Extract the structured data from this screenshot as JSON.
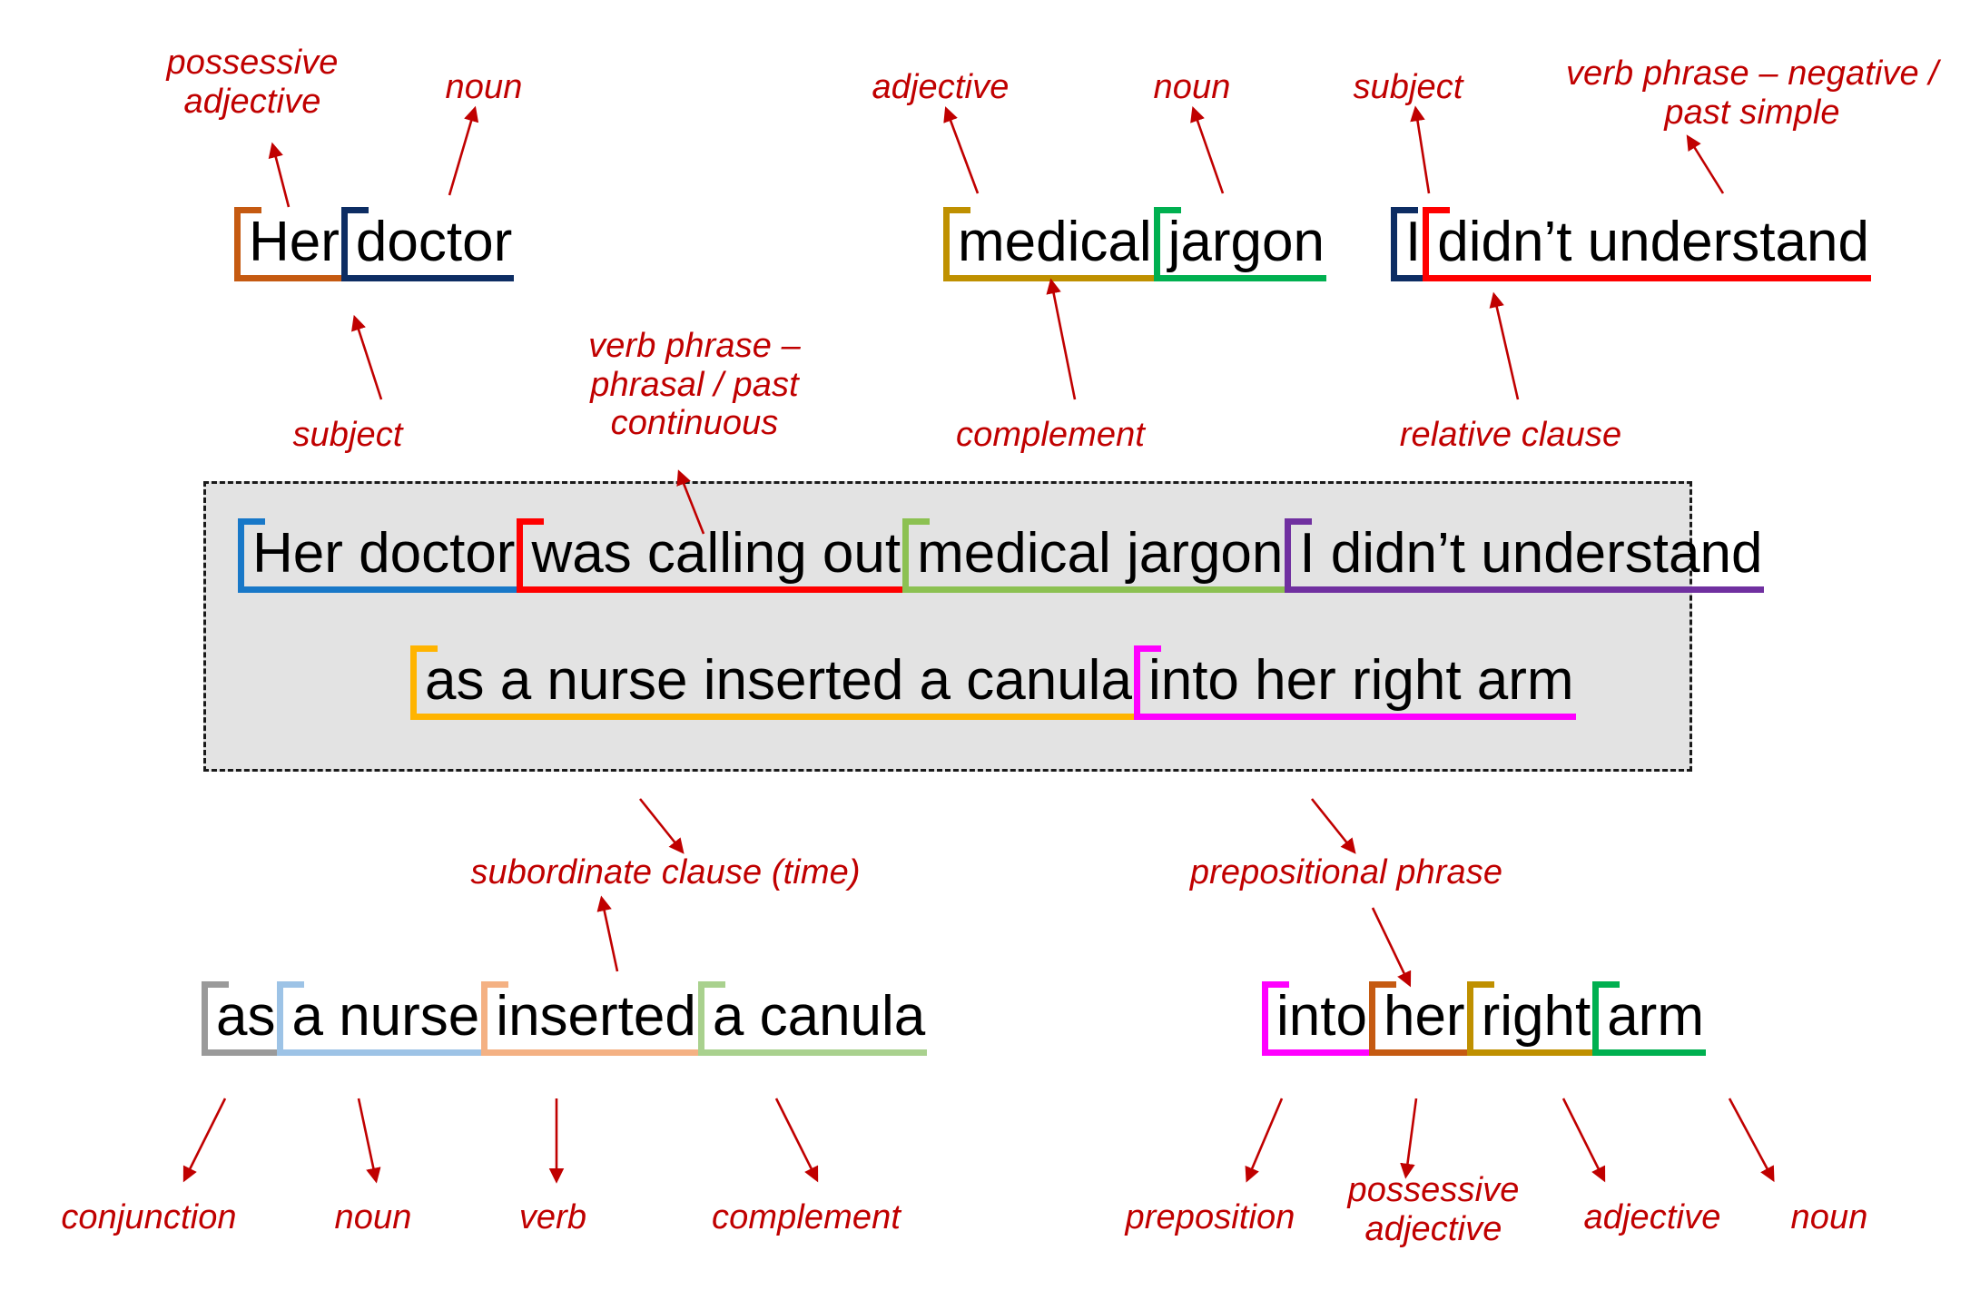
{
  "meta": {
    "title": "Sentence analysis diagram",
    "annotation_color": "#c00000",
    "text_color": "#000000",
    "box_fill": "#e3e3e3",
    "box_border": "#1a1a1a"
  },
  "main_box": {
    "line1": [
      {
        "text": "Her doctor",
        "color": "#1878c8"
      },
      {
        "text": "was calling out",
        "color": "#ff0000"
      },
      {
        "text": "medical jargon",
        "color": "#8cc152"
      },
      {
        "text": "I didn’t understand",
        "color": "#7030a0"
      }
    ],
    "line2": [
      {
        "text": "as a nurse inserted a canula",
        "color": "#ffb400"
      },
      {
        "text": "into her right arm",
        "color": "#ff00ff"
      }
    ]
  },
  "top_groups": [
    {
      "name": "her-doctor",
      "chunks": [
        {
          "text": "Her",
          "color": "#c55a11"
        },
        {
          "text": "doctor",
          "color": "#0d2d63"
        }
      ]
    },
    {
      "name": "medical-jargon",
      "chunks": [
        {
          "text": "medical",
          "color": "#bf9000"
        },
        {
          "text": "jargon",
          "color": "#00b050"
        }
      ]
    },
    {
      "name": "i-didnt-understand",
      "chunks": [
        {
          "text": "I",
          "color": "#0d2d63"
        },
        {
          "text": "didn’t understand",
          "color": "#ff0000"
        }
      ]
    }
  ],
  "bottom_groups": [
    {
      "name": "as-a-nurse-inserted-a-canula",
      "chunks": [
        {
          "text": "as",
          "color": "#9a9a9a"
        },
        {
          "text": "a nurse",
          "color": "#9dc3e6"
        },
        {
          "text": "inserted",
          "color": "#f4b183"
        },
        {
          "text": "a canula",
          "color": "#a9d18e"
        }
      ]
    },
    {
      "name": "into-her-right-arm",
      "chunks": [
        {
          "text": "into",
          "color": "#ff00ff"
        },
        {
          "text": "her",
          "color": "#c55a11"
        },
        {
          "text": "right",
          "color": "#bf9000"
        },
        {
          "text": "arm",
          "color": "#00b050"
        }
      ]
    }
  ],
  "annotations": {
    "possessive_adjective_top": "possessive\nadjective",
    "noun_top": "noun",
    "adjective_top": "adjective",
    "noun_top2": "noun",
    "subject_top": "subject",
    "verb_phrase_negative": "verb phrase – negative /\npast simple",
    "subject_mid": "subject",
    "verb_phrase_phrasal": "verb phrase –\nphrasal / past\ncontinuous",
    "complement_mid": "complement",
    "relative_clause": "relative clause",
    "subordinate_clause": "subordinate clause (time)",
    "prepositional_phrase": "prepositional phrase",
    "conjunction": "conjunction",
    "noun_bottom": "noun",
    "verb_bottom": "verb",
    "complement_bottom": "complement",
    "preposition": "preposition",
    "possessive_adjective_bottom": "possessive\nadjective",
    "adjective_bottom": "adjective",
    "noun_bottom2": "noun"
  }
}
